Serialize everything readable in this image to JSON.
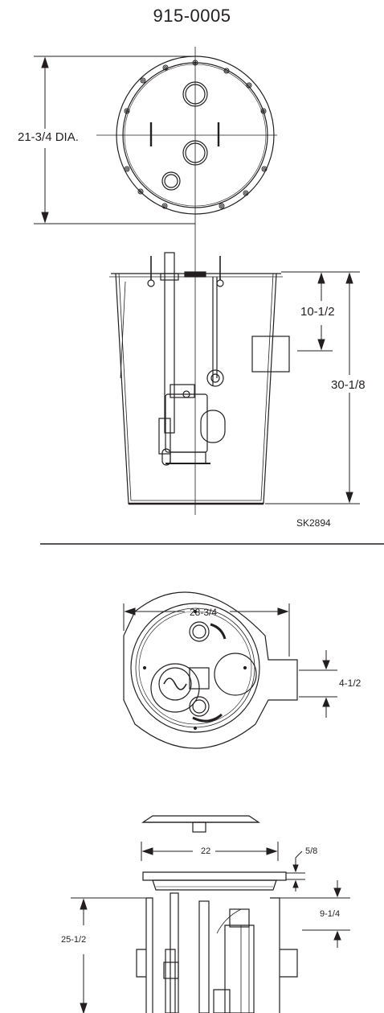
{
  "title": "915-0005",
  "top_drawing": {
    "diameter_label": "21-3/4 DIA.",
    "depth_label_upper": "10-1/2",
    "height_label": "30-1/8",
    "sketch_id": "SK2894"
  },
  "bottom_drawing": {
    "width_label": "28-3/4",
    "inlet_label": "4-1/2",
    "basin_label": "22",
    "cover_label": "5/8",
    "inlet_height_label": "9-1/4",
    "height_label": "25-1/2"
  },
  "colors": {
    "line": "#231f20",
    "background": "#ffffff"
  }
}
